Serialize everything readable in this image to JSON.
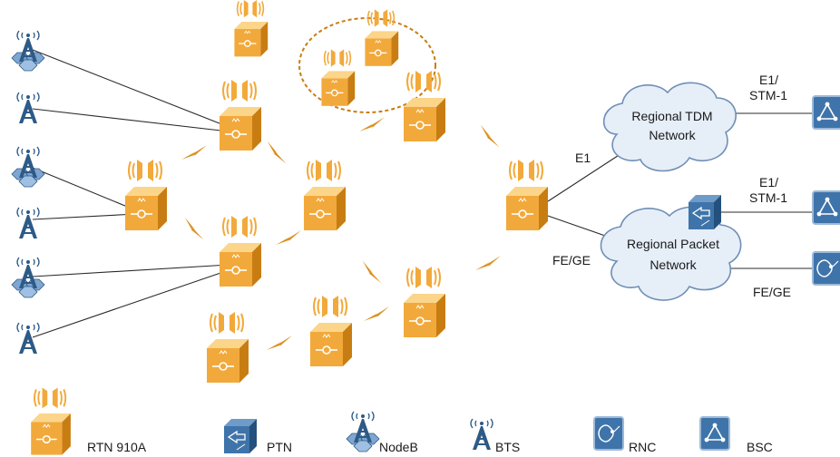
{
  "colors": {
    "device_body": "#f2a93b",
    "device_dark": "#c87d12",
    "device_light": "#fbd58a",
    "radio_link": "#d9901f",
    "line": "#2b2b2b",
    "tower": "#2d5a86",
    "hex_ring": "#7fa6d1",
    "cloud_fill": "#e6eef8",
    "cloud_stroke": "#6f8fb5",
    "equip_fill": "#3f74aa",
    "equip_border": "#9db9d8"
  },
  "clouds": {
    "tdm": {
      "line1": "Regional TDM",
      "line2": "Network"
    },
    "packet": {
      "line1": "Regional Packet",
      "line2": "Network"
    }
  },
  "link_labels": {
    "e1": "E1",
    "fe_ge_left": "FE/GE",
    "e1_stm1_top_a": "E1/",
    "e1_stm1_top_b": "STM-1",
    "e1_stm1_mid_a": "E1/",
    "e1_stm1_mid_b": "STM-1",
    "fe_ge_right": "FE/GE"
  },
  "legend": {
    "rtn": "RTN 910A",
    "ptn": "PTN",
    "nodeb": "NodeB",
    "bts": "BTS",
    "rnc": "RNC",
    "bsc": "BSC"
  },
  "icons": {
    "rtn": "rtn-910a-icon",
    "ptn": "ptn-icon",
    "nodeb": "nodeb-icon",
    "bts": "bts-icon",
    "rnc": "rnc-icon",
    "bsc": "bsc-icon"
  }
}
